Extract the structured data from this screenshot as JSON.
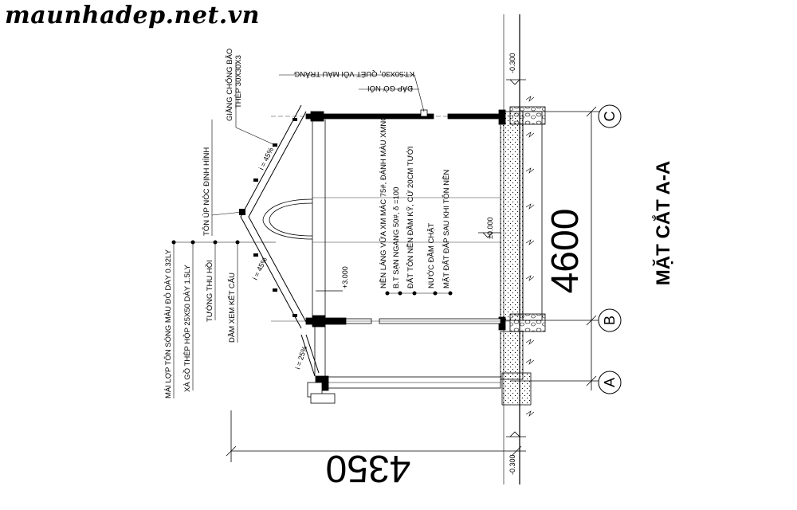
{
  "watermark": "maunhadep.net.vn",
  "title": "MẶT CẮT A-A",
  "dimensions": {
    "height": "4600",
    "width": "4350"
  },
  "levels": {
    "top": "-0.300",
    "bottom": "-0.300",
    "floor": "±0.000",
    "mid": "+3.000"
  },
  "grid_axes": [
    "C",
    "B",
    "A"
  ],
  "slopes": {
    "roof_upper": "i = 45%",
    "roof_lower": "i = 45%",
    "small_roof": "i = 25%"
  },
  "top_notes": {
    "line1": "KT:50X30, QUÉT VÔI MÀU TRẮNG",
    "line2": "ĐẮP GỜ NỔI"
  },
  "roof_notes": {
    "bracing": "GIẰNG CHỐNG BÃO",
    "bracing_steel": "THÉP 30X30X3",
    "ridge": "TÔN ÚP NÓC ĐỊNH HÌNH"
  },
  "left_notes": [
    "MÁI LỢP TÔN SÓNG MÀU ĐỎ DÀY 0.32LY",
    "XÀ GỒ THÉP HỘP 25X50 DÀY 1.5LY",
    "TƯỜNG THU HỒI",
    "DẦM XEM KẾT CẤU"
  ],
  "floor_notes": [
    "NỀN LÁNG VỮA XM MÁC 75#, ĐÁNH MÀU XMNC",
    "B.T SẠN NGANG 50#, δ =100",
    "ĐẤT TÔN NỀN ĐẦM KỸ, CỨ 20CM TƯỚI",
    "NƯỚC ĐẦM CHẶT",
    "MẶT ĐẤT ĐẮP SAU KHI TÔN NỀN"
  ]
}
